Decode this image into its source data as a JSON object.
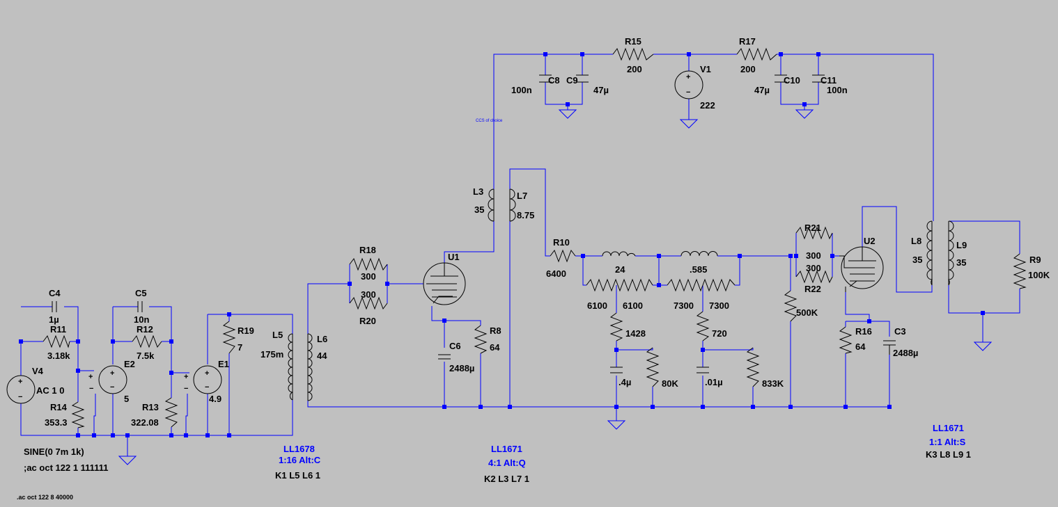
{
  "components": {
    "C4": {
      "name": "C4",
      "value": "1µ"
    },
    "R11": {
      "name": "R11",
      "value": "3.18k"
    },
    "V4": {
      "name": "V4",
      "value": "AC 1 0"
    },
    "R14": {
      "name": "R14",
      "value": "353.3"
    },
    "C5": {
      "name": "C5",
      "value": "10n"
    },
    "R12": {
      "name": "R12",
      "value": "7.5k"
    },
    "E2": {
      "name": "E2",
      "value": "5"
    },
    "R13": {
      "name": "R13",
      "value": "322.08"
    },
    "E1": {
      "name": "E1",
      "value": "4.9"
    },
    "R19": {
      "name": "R19",
      "value": "7"
    },
    "L5": {
      "name": "L5",
      "value": "175m"
    },
    "L6": {
      "name": "L6",
      "value": "44"
    },
    "R18": {
      "name": "R18",
      "value": "300"
    },
    "R20": {
      "name": "R20",
      "value": "300"
    },
    "U1": {
      "name": "U1"
    },
    "C6": {
      "name": "C6",
      "value": "2488µ"
    },
    "R8": {
      "name": "R8",
      "value": "64"
    },
    "L3": {
      "name": "L3",
      "value": "35"
    },
    "L7": {
      "name": "L7",
      "value": "8.75"
    },
    "C8": {
      "name": "C8",
      "value": "100n"
    },
    "C9": {
      "name": "C9",
      "value": "47µ"
    },
    "R15": {
      "name": "R15",
      "value": "200"
    },
    "V1": {
      "name": "V1",
      "value": "222"
    },
    "R17": {
      "name": "R17",
      "value": "200"
    },
    "C10": {
      "name": "C10",
      "value": "47µ"
    },
    "C11": {
      "name": "C11",
      "value": "100n"
    },
    "R10": {
      "name": "R10",
      "value": "6400"
    },
    "La": {
      "value": "24"
    },
    "Lb": {
      "value": ".585"
    },
    "Ra": {
      "value": "6100"
    },
    "Rb": {
      "value": "6100"
    },
    "Rc": {
      "value": "7300"
    },
    "Rd": {
      "value": "7300"
    },
    "Re": {
      "value": "1428"
    },
    "Rf": {
      "value": "720"
    },
    "Ca": {
      "value": ".4µ"
    },
    "Cb": {
      "value": ".01µ"
    },
    "Rg": {
      "value": "80K"
    },
    "Rh": {
      "value": "833K"
    },
    "R21": {
      "name": "R21",
      "value": "300"
    },
    "R22": {
      "name": "R22",
      "value": "300"
    },
    "Ri": {
      "value": "500K"
    },
    "U2": {
      "name": "U2"
    },
    "R16": {
      "name": "R16",
      "value": "64"
    },
    "C3": {
      "name": "C3",
      "value": "2488µ"
    },
    "L8": {
      "name": "L8",
      "value": "35"
    },
    "L9": {
      "name": "L9",
      "value": "35"
    },
    "R9": {
      "name": "R9",
      "value": "100K"
    }
  },
  "directives": {
    "sine": "SINE(0 7m 1k)",
    "ac_comment": ";ac oct 122 1 111111",
    "ac": ".ac oct 122 8 40000",
    "ccs_note": "CCS of choice"
  },
  "transformers": {
    "t1": {
      "part": "LL1678",
      "ratio": "1:16 Alt:C",
      "coupling": "K1 L5 L6 1"
    },
    "t2": {
      "part": "LL1671",
      "ratio": "4:1 Alt:Q",
      "coupling": "K2 L3 L7 1"
    },
    "t3": {
      "part": "LL1671",
      "ratio": "1:1 Alt:S",
      "coupling": "K3 L8 L9 1"
    }
  },
  "signs": {
    "plus": "+",
    "minus": "−"
  },
  "colors": {
    "background": "#c0c0c0",
    "wire": "#0000ff",
    "component": "#000000"
  }
}
